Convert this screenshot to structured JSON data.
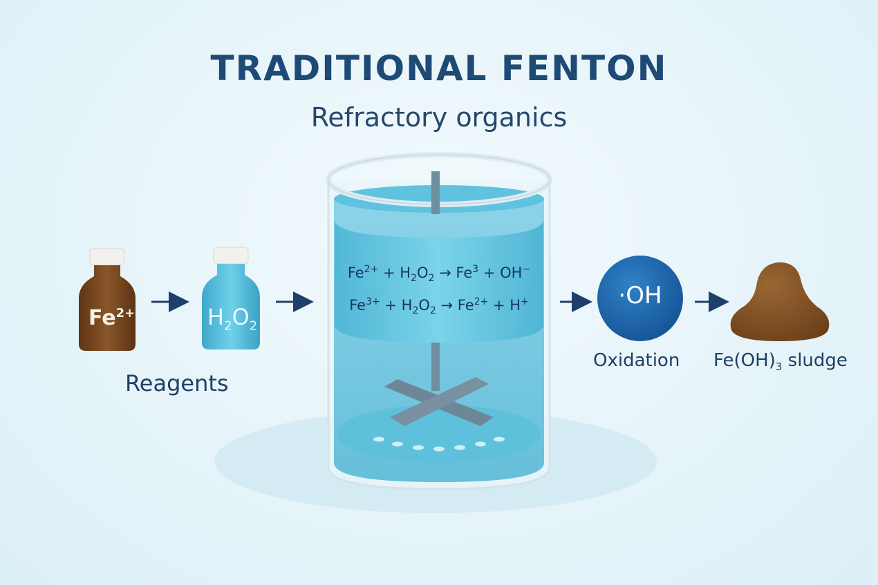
{
  "title": "TRADITIONAL FENTON",
  "subtitle": "Refractory organics",
  "reagents": {
    "label": "Reagents",
    "iron_bottle": {
      "text": "Fe",
      "charge": "2+"
    },
    "peroxide_bottle": {
      "text": "H",
      "sub1": "2",
      "mid": "O",
      "sub2": "2"
    }
  },
  "reactor": {
    "equation_1": {
      "a": "Fe",
      "a_sup": "2+",
      "plus1": " + H",
      "s1": "2",
      "o": "O",
      "s2": "2",
      "arrow": " → Fe",
      "b_sup": "3",
      "rest": " + OH",
      "rest_sup": "−"
    },
    "equation_2": {
      "a": "Fe",
      "a_sup": "3+",
      "plus1": " + H",
      "s1": "2",
      "o": "O",
      "s2": "2",
      "arrow": " → Fe",
      "b_sup": "2+",
      "rest": " + H",
      "rest_sup": "+"
    }
  },
  "radical": {
    "text": "·OH",
    "label": "Oxidation"
  },
  "sludge": {
    "pre": "Fe(OH)",
    "sub": "3",
    "post": "sludge"
  },
  "colors": {
    "title": "#1e4a76",
    "arrow": "#1e3f6a",
    "iron_bottle": "#7a4a21",
    "peroxide_bottle": "#5cc4e0",
    "water": "#5cc0dc",
    "radical": "#1f63a8",
    "sludge": "#7a4a22"
  },
  "icons": [
    "arrow-right-icon",
    "stirrer-icon",
    "bottle-icon",
    "sludge-pile-icon"
  ]
}
